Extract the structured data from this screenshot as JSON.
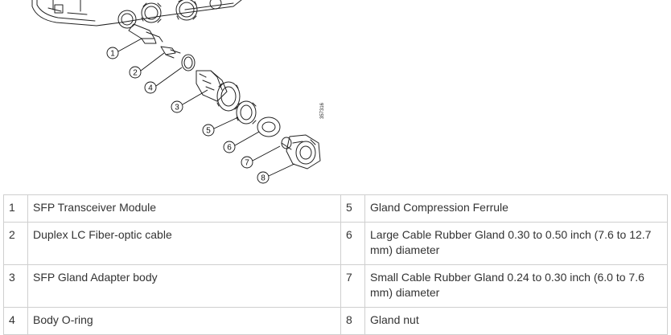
{
  "figure": {
    "id_label": "357316",
    "callouts": [
      "1",
      "2",
      "4",
      "3",
      "5",
      "6",
      "7",
      "8"
    ]
  },
  "legend": {
    "rows": [
      {
        "left_num": "1",
        "left_text": "SFP Transceiver Module",
        "right_num": "5",
        "right_text": "Gland Compression Ferrule"
      },
      {
        "left_num": "2",
        "left_text": "Duplex LC Fiber-optic cable",
        "right_num": "6",
        "right_text": "Large Cable Rubber Gland 0.30 to 0.50 inch (7.6 to 12.7 mm) diameter"
      },
      {
        "left_num": "3",
        "left_text": "SFP Gland Adapter body",
        "right_num": "7",
        "right_text": "Small Cable Rubber Gland 0.24 to 0.30 inch (6.0 to 7.6 mm) diameter"
      },
      {
        "left_num": "4",
        "left_text": "Body O-ring",
        "right_num": "8",
        "right_text": "Gland nut"
      }
    ]
  }
}
